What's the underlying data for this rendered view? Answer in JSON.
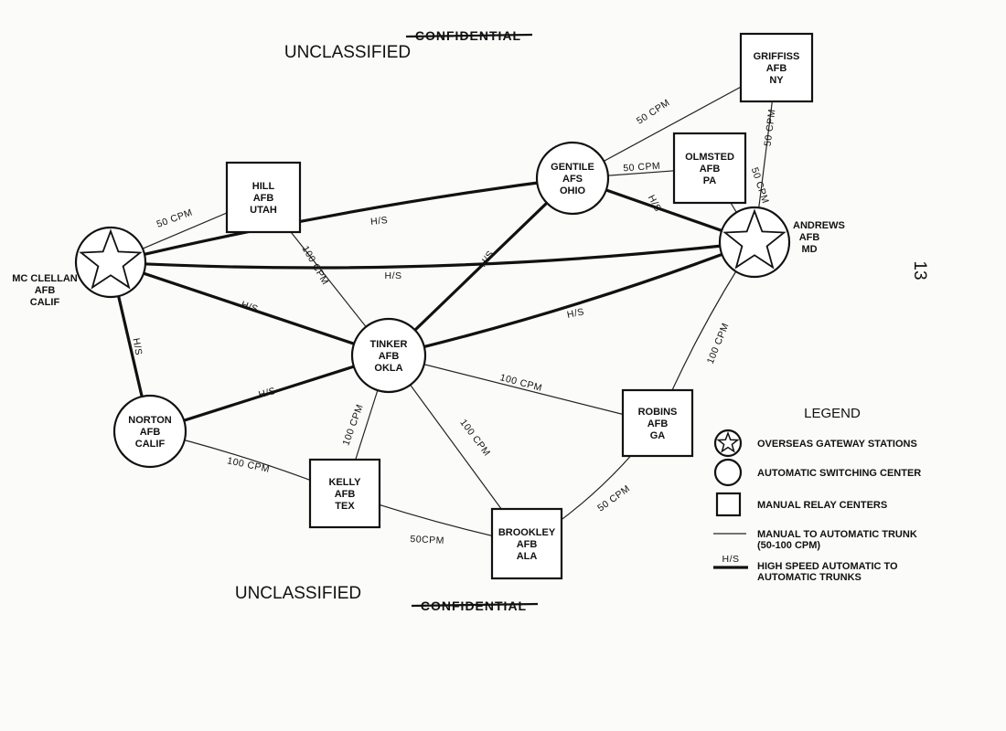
{
  "markings": {
    "unclassified_top": "UNCLASSIFIED",
    "confidential_top": "CONFIDENTIAL",
    "unclassified_bottom": "UNCLASSIFIED",
    "confidential_bottom": "CONFIDENTIAL",
    "page_number": "13"
  },
  "nodes": [
    {
      "id": "mcclellan",
      "type": "gateway",
      "lines": [
        "MC CLELLAN",
        "AFB",
        "CALIF"
      ]
    },
    {
      "id": "andrews",
      "type": "gateway",
      "lines": [
        "ANDREWS",
        "AFB",
        "MD"
      ]
    },
    {
      "id": "gentile",
      "type": "switching",
      "lines": [
        "GENTILE",
        "AFS",
        "OHIO"
      ]
    },
    {
      "id": "tinker",
      "type": "switching",
      "lines": [
        "TINKER",
        "AFB",
        "OKLA"
      ]
    },
    {
      "id": "norton",
      "type": "switching",
      "lines": [
        "NORTON",
        "AFB",
        "CALIF"
      ]
    },
    {
      "id": "hill",
      "type": "relay",
      "lines": [
        "HILL",
        "AFB",
        "UTAH"
      ]
    },
    {
      "id": "griffiss",
      "type": "relay",
      "lines": [
        "GRIFFISS",
        "AFB",
        "NY"
      ]
    },
    {
      "id": "olmsted",
      "type": "relay",
      "lines": [
        "OLMSTED",
        "AFB",
        "PA"
      ]
    },
    {
      "id": "robins",
      "type": "relay",
      "lines": [
        "ROBINS",
        "AFB",
        "GA"
      ]
    },
    {
      "id": "kelly",
      "type": "relay",
      "lines": [
        "KELLY",
        "AFB",
        "TEX"
      ]
    },
    {
      "id": "brookley",
      "type": "relay",
      "lines": [
        "BROOKLEY",
        "AFB",
        "ALA"
      ]
    }
  ],
  "edges": [
    {
      "from": "mcclellan",
      "to": "hill",
      "kind": "manual",
      "label": "50 CPM"
    },
    {
      "from": "mcclellan",
      "to": "gentile",
      "kind": "highspeed",
      "label": "H/S"
    },
    {
      "from": "mcclellan",
      "to": "andrews",
      "kind": "highspeed",
      "label": "H/S"
    },
    {
      "from": "mcclellan",
      "to": "tinker",
      "kind": "highspeed",
      "label": "H/S"
    },
    {
      "from": "mcclellan",
      "to": "norton",
      "kind": "highspeed",
      "label": "H/S"
    },
    {
      "from": "hill",
      "to": "tinker",
      "kind": "manual",
      "label": "100 CPM"
    },
    {
      "from": "gentile",
      "to": "griffiss",
      "kind": "manual",
      "label": "50 CPM"
    },
    {
      "from": "gentile",
      "to": "olmsted",
      "kind": "manual",
      "label": "50 CPM"
    },
    {
      "from": "gentile",
      "to": "andrews",
      "kind": "highspeed",
      "label": "H/S"
    },
    {
      "from": "gentile",
      "to": "tinker",
      "kind": "highspeed",
      "label": "H/S"
    },
    {
      "from": "griffiss",
      "to": "andrews",
      "kind": "manual",
      "label": "50 CPM"
    },
    {
      "from": "olmsted",
      "to": "andrews",
      "kind": "manual",
      "label": "50 CPM"
    },
    {
      "from": "tinker",
      "to": "andrews",
      "kind": "highspeed",
      "label": "H/S"
    },
    {
      "from": "tinker",
      "to": "norton",
      "kind": "highspeed",
      "label": "H/S"
    },
    {
      "from": "tinker",
      "to": "kelly",
      "kind": "manual",
      "label": "100 CPM"
    },
    {
      "from": "tinker",
      "to": "brookley",
      "kind": "manual",
      "label": "100 CPM"
    },
    {
      "from": "tinker",
      "to": "robins",
      "kind": "manual",
      "label": "100 CPM"
    },
    {
      "from": "andrews",
      "to": "robins",
      "kind": "manual",
      "label": "100 CPM"
    },
    {
      "from": "robins",
      "to": "brookley",
      "kind": "manual",
      "label": "50 CPM"
    },
    {
      "from": "norton",
      "to": "kelly",
      "kind": "manual",
      "label": "100 CPM"
    },
    {
      "from": "kelly",
      "to": "brookley",
      "kind": "manual",
      "label": "50CPM"
    }
  ],
  "legend": {
    "title": "LEGEND",
    "items": [
      {
        "symbol": "star-circle",
        "text": [
          "OVERSEAS GATEWAY STATIONS"
        ]
      },
      {
        "symbol": "circle",
        "text": [
          "AUTOMATIC SWITCHING CENTER"
        ]
      },
      {
        "symbol": "square",
        "text": [
          "MANUAL RELAY CENTERS"
        ]
      },
      {
        "symbol": "thin-line",
        "text": [
          "MANUAL TO AUTOMATIC TRUNK",
          "(50-100 CPM)"
        ]
      },
      {
        "symbol": "thick-line",
        "line_label": "H/S",
        "text": [
          "HIGH SPEED AUTOMATIC TO",
          "AUTOMATIC TRUNKS"
        ]
      }
    ]
  }
}
